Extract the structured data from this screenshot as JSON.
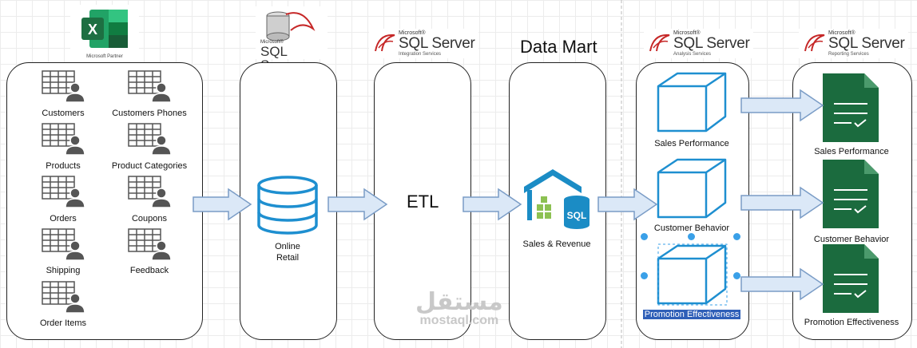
{
  "excel": {
    "caption": "Microsoft Partner"
  },
  "sources": [
    {
      "label": "Customers"
    },
    {
      "label": "Customers Phones"
    },
    {
      "label": "Products"
    },
    {
      "label": "Product Categories"
    },
    {
      "label": "Orders"
    },
    {
      "label": "Coupons"
    },
    {
      "label": "Shipping"
    },
    {
      "label": "Feedback"
    },
    {
      "label": "Order Items"
    }
  ],
  "sql_logo_main": {
    "ms": "Microsoft®",
    "name": "SQL Server"
  },
  "sql_logo_integration": {
    "ms": "Microsoft®",
    "name": "SQL Server",
    "sub": "Integration Services"
  },
  "sql_logo_analysis": {
    "ms": "Microsoft®",
    "name": "SQL Server",
    "sub": "Analysis Services"
  },
  "sql_logo_reporting": {
    "ms": "Microsoft®",
    "name": "SQL Server",
    "sub": "Reporting Services"
  },
  "database": {
    "line1": "Online",
    "line2": "Retail"
  },
  "etl": {
    "label": "ETL"
  },
  "data_mart": {
    "title": "Data Mart",
    "label": "Sales & Revenue",
    "sql_badge": "SQL"
  },
  "cubes": [
    {
      "label": "Sales Performance"
    },
    {
      "label": "Customer Behavior"
    },
    {
      "label": "Promotion Effectiveness"
    }
  ],
  "reports": [
    {
      "label": "Sales Performance"
    },
    {
      "label": "Customer Behavior"
    },
    {
      "label": "Promotion Effectiveness"
    }
  ],
  "watermark": {
    "arabic": "مستقل",
    "latin": "mostaql.com"
  },
  "colors": {
    "arrow_fill": "#dbe8f7",
    "arrow_stroke": "#7a9cc6",
    "cube_stroke": "#1e8fd0",
    "report_green": "#1b6b3e",
    "excel_green": "#1d6f42",
    "warehouse_blue": "#1b8cc5",
    "warehouse_green": "#8cc152"
  }
}
